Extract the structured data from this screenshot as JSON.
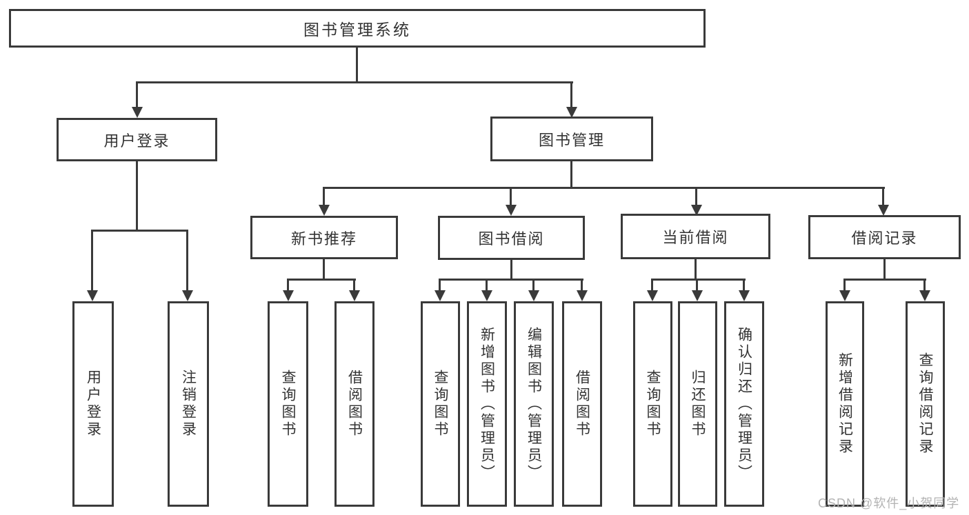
{
  "diagram": {
    "type": "hierarchy-tree",
    "colors": {
      "line": "#3a3a3a",
      "text": "#333333",
      "box_background": "#ffffff",
      "watermark": "#b3b3b3"
    },
    "tree": {
      "label": "图书管理系统",
      "children": [
        {
          "label": "用户登录",
          "children": [
            {
              "label": "用户登录"
            },
            {
              "label": "注销登录"
            }
          ]
        },
        {
          "label": "图书管理",
          "children": [
            {
              "label": "新书推荐",
              "children": [
                {
                  "label": "查询图书"
                },
                {
                  "label": "借阅图书"
                }
              ]
            },
            {
              "label": "图书借阅",
              "children": [
                {
                  "label": "查询图书"
                },
                {
                  "label": "新增图书（管理员）"
                },
                {
                  "label": "编辑图书（管理员）"
                },
                {
                  "label": "借阅图书"
                }
              ]
            },
            {
              "label": "当前借阅",
              "children": [
                {
                  "label": "查询图书"
                },
                {
                  "label": "归还图书"
                },
                {
                  "label": "确认归还（管理员）"
                }
              ]
            },
            {
              "label": "借阅记录",
              "children": [
                {
                  "label": "新增借阅记录"
                },
                {
                  "label": "查询借阅记录"
                }
              ]
            }
          ]
        }
      ]
    },
    "watermark": {
      "text": "CSDN @软件_小贺同学"
    }
  }
}
